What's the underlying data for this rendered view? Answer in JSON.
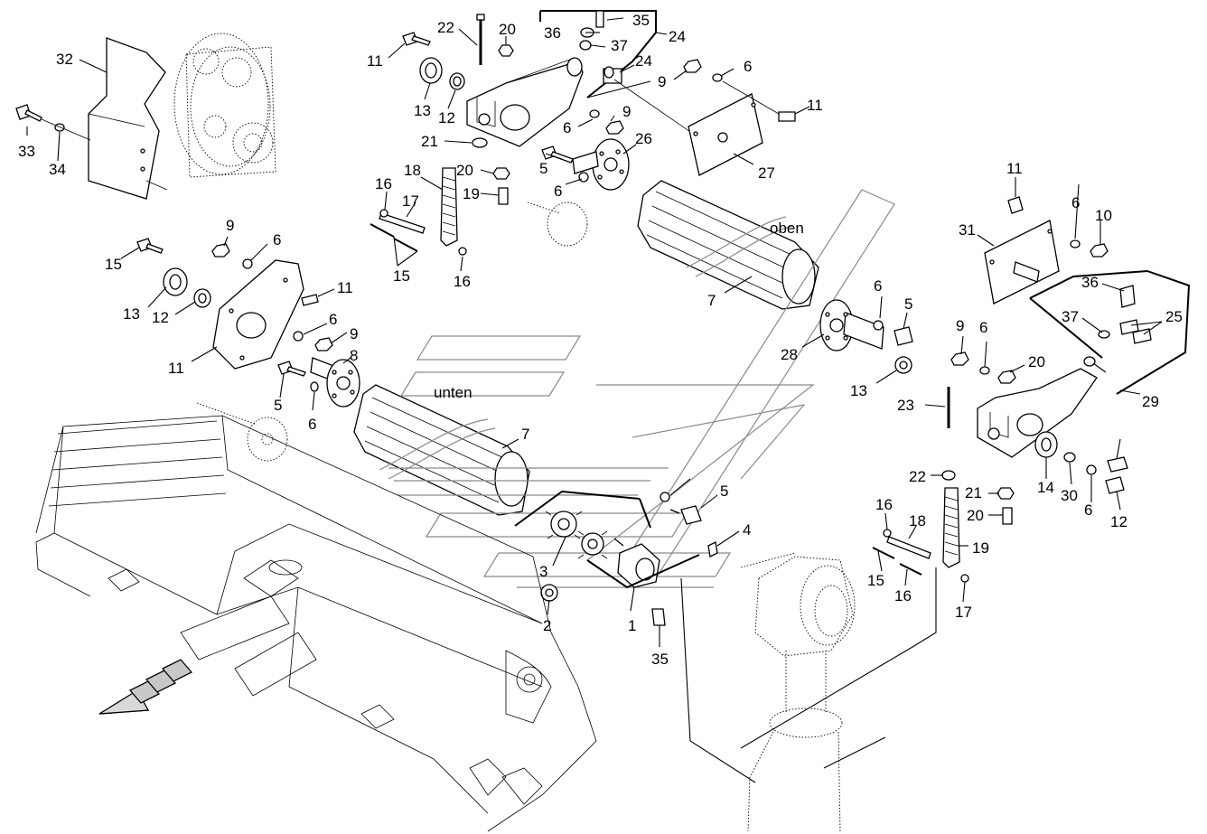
{
  "diagram": {
    "words": {
      "top_roller": "oben",
      "bottom_roller": "unten"
    },
    "callouts": [
      "1",
      "2",
      "3",
      "4",
      "5",
      "5",
      "5",
      "5",
      "6",
      "6",
      "6",
      "6",
      "6",
      "6",
      "6",
      "6",
      "6",
      "6",
      "7",
      "7",
      "8",
      "9",
      "9",
      "9",
      "9",
      "9",
      "10",
      "11",
      "11",
      "11",
      "11",
      "11",
      "12",
      "12",
      "12",
      "13",
      "13",
      "13",
      "14",
      "15",
      "15",
      "15",
      "16",
      "16",
      "16",
      "16",
      "17",
      "17",
      "18",
      "18",
      "19",
      "19",
      "20",
      "20",
      "20",
      "20",
      "21",
      "21",
      "22",
      "22",
      "23",
      "24",
      "24",
      "25",
      "26",
      "27",
      "28",
      "29",
      "30",
      "31",
      "32",
      "33",
      "34",
      "35",
      "35",
      "36",
      "36",
      "37",
      "37"
    ]
  }
}
